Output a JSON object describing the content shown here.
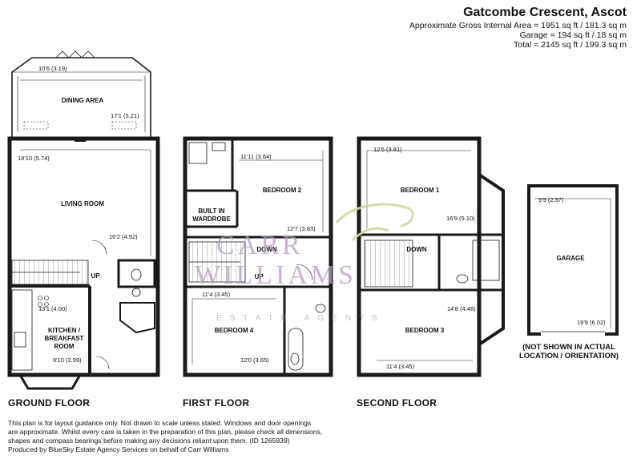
{
  "header": {
    "title": "Gatcombe Crescent, Ascot",
    "lines": [
      "Approximate Gross Internal Area = 1951 sq ft / 181.3 sq m",
      "Garage = 194 sq ft / 18 sq m",
      "Total = 2145 sq ft / 199.3 sq m"
    ]
  },
  "floors": {
    "ground": "GROUND FLOOR",
    "first": "FIRST FLOOR",
    "second": "SECOND FLOOR"
  },
  "rooms": {
    "dining": "DINING AREA",
    "living": "LIVING ROOM",
    "kitchen1": "KITCHEN /",
    "kitchen2": "BREAKFAST",
    "kitchen3": "ROOM",
    "bedroom2": "BEDROOM 2",
    "wardrobe1": "BUILT IN",
    "wardrobe2": "WARDROBE",
    "bedroom4": "BEDROOM 4",
    "bedroom1": "BEDROOM 1",
    "bedroom3": "BEDROOM 3",
    "garage": "GARAGE"
  },
  "stairs": {
    "up_ground": "UP",
    "down_first": "DOWN",
    "up_first": "UP",
    "down_second": "DOWN"
  },
  "dims": {
    "dining_w": "10'6 (3.19)",
    "dining_l": "17'1 (5.21)",
    "living_w": "18'10 (5.74)",
    "living_l": "16'2 (4.92)",
    "kitchen_w": "13'1 (4.00)",
    "kitchen_l": "9'10 (2.99)",
    "bed2_w": "11'11 (3.64)",
    "bed2_l": "12'7 (3.83)",
    "bed4_w": "11'4 (3.45)",
    "bed4_l": "12'0 (3.65)",
    "bed1_w": "12'6 (3.81)",
    "bed1_l": "16'9 (5.10)",
    "bed3_w": "14'8 (4.48)",
    "bed3_l": "11'4 (3.45)",
    "garage_w": "9'9 (2.97)",
    "garage_l": "19'9 (6.02)"
  },
  "garage_note": [
    "(NOT SHOWN IN ACTUAL",
    "LOCATION / ORIENTATION)"
  ],
  "watermark": {
    "line1": "CARR",
    "line2": "WILLIAMS",
    "sub": "ESTATE AGENTS"
  },
  "disclaimer": [
    "This plan is for layout guidance only. Not drawn to scale unless stated. Windows and door openings",
    "are approximate. Whilst every care is taken in the preparation of this plan, please check all dimensions,",
    "shapes and compass bearings before making any decisions reliant upon them. (ID 1265939)",
    "Produced by BlueSky Estate Agency Services on behalf of Carr Williams"
  ],
  "colors": {
    "wall": "#1a1a1a",
    "watermark": "#b79ac2",
    "watermark_logo": "#cfd9a0"
  }
}
